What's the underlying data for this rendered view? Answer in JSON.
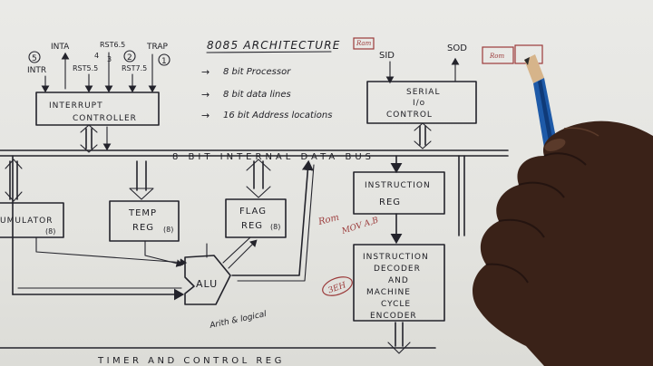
{
  "title": "8085 ARCHITECTURE",
  "notes": [
    "8 bit Processor",
    "8 bit data lines",
    "16 bit Address locations"
  ],
  "bus_label": "8 BIT INTERNAL DATA BUS",
  "interrupt": {
    "pins": [
      "INTR",
      "INTA",
      "RST5.5",
      "RST6.5",
      "RST7.5",
      "TRAP"
    ],
    "numbers": [
      "5",
      "4",
      "3",
      "2",
      "1"
    ],
    "box_line1": "INTERRUPT",
    "box_line2": "CONTROLLER"
  },
  "serial": {
    "sid": "SID",
    "sod": "SOD",
    "line1": "SERIAL",
    "line2": "I/o",
    "line3": "CONTROL",
    "tag": "Ram"
  },
  "accumulator": {
    "label": "UMULATOR",
    "num": "(8)"
  },
  "temp_reg": {
    "line1": "TEMP",
    "line2": "REG",
    "num": "(8)"
  },
  "flag_reg": {
    "line1": "FLAG",
    "line2": "REG",
    "num": "(8)"
  },
  "alu": {
    "label": "ALU",
    "note": "Arith & logical"
  },
  "instruction_reg": {
    "line1": "INSTRUCTION",
    "line2": "REG"
  },
  "decoder": {
    "lines": [
      "INSTRUCTION",
      "DECODER",
      "AND",
      "MACHINE",
      "CYCLE",
      "ENCODER"
    ]
  },
  "annotations": {
    "rom": "Rom",
    "mov": "MOV A,B",
    "hex": "3EH",
    "rom2": "Rom"
  },
  "timer_label": "TIMER AND CONTROL REG",
  "colors": {
    "ink": "#23232b",
    "paper": "#e9e9e6",
    "red_ink": "#9b3a3a",
    "pencil_blue": "#1e5aa8",
    "skin": "#3a2218"
  }
}
